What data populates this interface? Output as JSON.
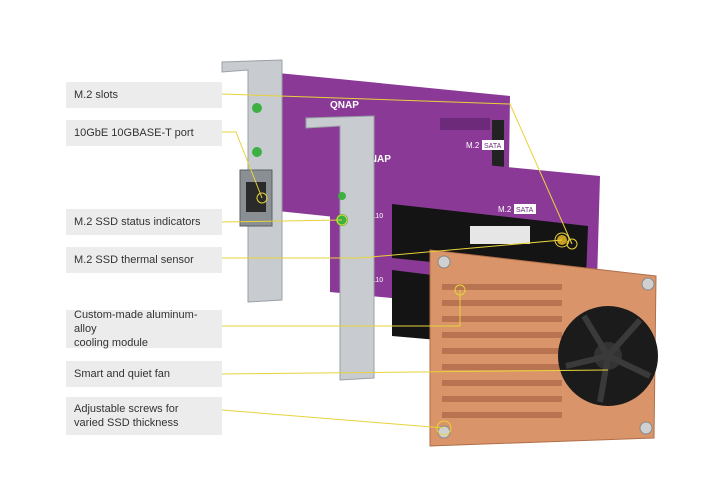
{
  "callouts": [
    {
      "text": "M.2 slots"
    },
    {
      "text": "10GbE 10GBASE-T port"
    },
    {
      "text": "M.2 SSD status indicators"
    },
    {
      "text": "M.2 SSD thermal sensor"
    },
    {
      "text": "Custom-made aluminum-alloy\ncooling module"
    },
    {
      "text": "Smart and quiet fan"
    },
    {
      "text": "Adjustable screws for\nvaried SSD thickness"
    }
  ],
  "pcb_markings": {
    "brand": "QNAP",
    "slot_label_1": "M.2",
    "slot_label_1_tag": "SATA",
    "slot_label_2": "M.2",
    "slot_label_2_tag": "SATA",
    "slot_size_a": "110",
    "slot_size_b": "110"
  },
  "colors": {
    "pcb": "#8a3a96",
    "pcb_dark": "#6e2a7a",
    "bracket": "#c8ccd0",
    "copper": "#d9946a",
    "leader_line": "#e6d33a",
    "callout_bg": "#ececec"
  }
}
